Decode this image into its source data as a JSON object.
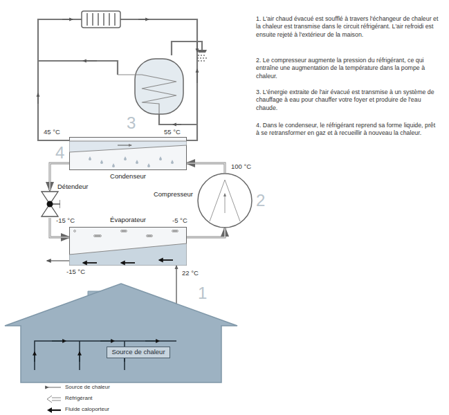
{
  "diagram": {
    "nodes": [
      {
        "text": [
          "Source de chaleur"
        ]
      },
      {
        "text": [
          "Évaporateur"
        ]
      },
      {
        "text": [
          "Compresseur"
        ]
      },
      {
        "text": [
          "Condenseur"
        ]
      },
      {
        "text": [
          "Détendeur"
        ]
      }
    ],
    "edges": [
      {
        "from": 1,
        "to": 2,
        "arrow": "to"
      },
      {
        "from": 2,
        "to": 3,
        "arrow": "to"
      },
      {
        "from": 3,
        "to": 4,
        "arrow": "to"
      },
      {
        "from": 4,
        "to": 1,
        "arrow": "to"
      },
      {
        "from": 0,
        "to": 1,
        "arrow": "to"
      }
    ],
    "labels": [
      "1. L'air chaud évacué est soufflé à travers l'échangeur de chaleur et la chaleur est transmise dans le circuit réfrigérant. L'air refroidi est ensuite rejeté à l'extérieur de la maison.",
      "2. Le compresseur augmente la pression du réfrigérant, ce qui entraîne une augmentation de la température dans la pompe à chaleur.",
      "3. L'énergie extraite de l'air évacué est transmise à un système de chauffage à eau pour chauffer votre foyer et produire de l'eau chaude.",
      "4. Dans le condenseur, le réfrigérant reprend sa forme liquide, prêt à se retransformer en gaz et à recueillir à nouveau la chaleur.",
      "45 °C",
      "55 °C",
      "3",
      "4",
      "100 °C",
      "2",
      "-15 °C",
      "-5 °C",
      "-15 °C",
      "22 °C",
      "1"
    ],
    "legend": [
      {
        "text": "Source de chaleur"
      },
      {
        "text": "Réfrigérant"
      },
      {
        "text": "Fluide caloporteur"
      }
    ]
  }
}
